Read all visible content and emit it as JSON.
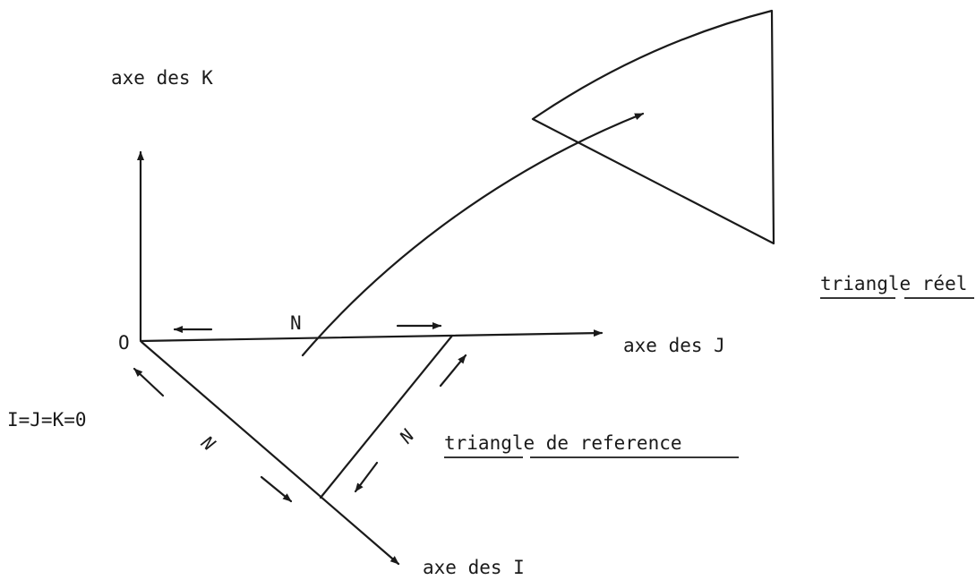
{
  "labels": {
    "axis_k": "axe des K",
    "axis_j": "axe des J",
    "axis_i": "axe des I",
    "origin": "O",
    "origin_condition": "I=J=K=0",
    "n_horizontal": "N",
    "n_diagonal_left": "N",
    "n_diagonal_right": "N",
    "real_triangle": "triangle réel",
    "reference_triangle": "triangle de reference"
  },
  "colors": {
    "ink": "#1a1a1a",
    "background": "#ffffff"
  }
}
